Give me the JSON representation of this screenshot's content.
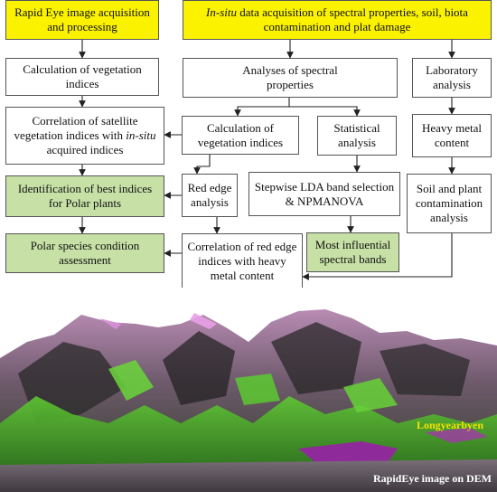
{
  "boxes": {
    "rapideye": "Rapid Eye image acquisition and processing",
    "insitu_em": "In-situ",
    "insitu_rest": " data acquisition of spectral properties, soil, biota contamination and plat damage",
    "calc_veg_left": "Calculation of vegetation indices",
    "analyses_spectral": "Analyses of spectral properties",
    "lab_analysis": "Laboratory analysis",
    "corr_prefix": "Correlation of satellite vegetation indices with ",
    "corr_em": "in-situ",
    "corr_suffix": " acquired indices",
    "calc_veg_mid": "Calculation of vegetation indices",
    "stat_analysis": "Statistical analysis",
    "heavy_metal": "Heavy metal content",
    "best_indices": "Identification of best indices for Polar plants",
    "red_edge": "Red edge analysis",
    "stepwise": "Stepwise LDA band selection & NPMANOVA",
    "soil_plant": "Soil and plant contamination analysis",
    "polar_species": "Polar species condition assessment",
    "corr_red_edge": "Correlation of red edge indices with heavy metal content",
    "influential": "Most influential spectral bands"
  },
  "image": {
    "town_label": "Longyearbyen",
    "caption": "RapidEye image on DEM"
  },
  "colors": {
    "start_box": "#fbf200",
    "result_box": "#c6e0a6"
  }
}
